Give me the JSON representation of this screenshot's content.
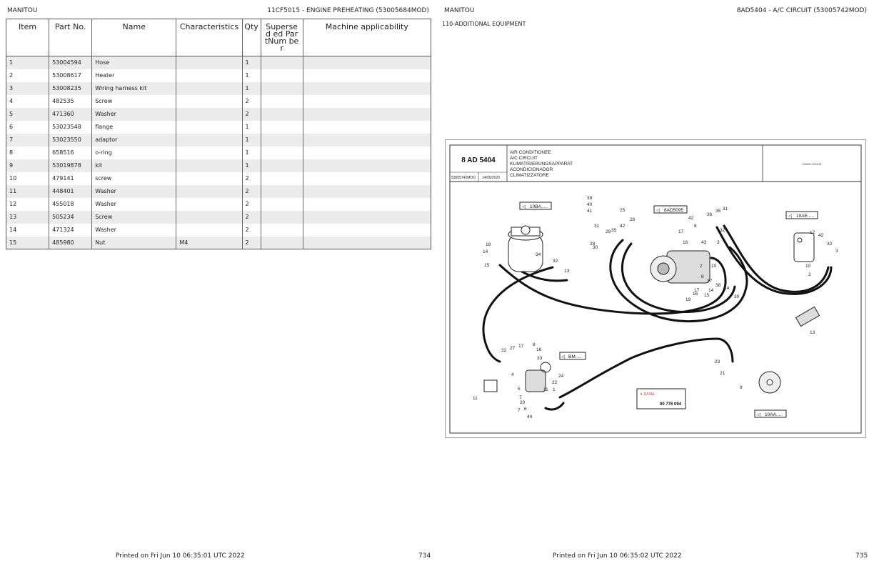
{
  "left_page": {
    "brand": "MANITOU",
    "title": "11CF5015 - ENGINE PREHEATING (53005684MOD)",
    "columns": [
      "Item",
      "Part No.",
      "Name",
      "Characteristics",
      "Qty",
      "Supersed ed PartNum ber",
      "Machine applicability"
    ],
    "rows": [
      {
        "item": "1",
        "part": "53004594",
        "name": "Hose",
        "char": "",
        "qty": "1"
      },
      {
        "item": "2",
        "part": "53008617",
        "name": "Heater",
        "char": "",
        "qty": "1"
      },
      {
        "item": "3",
        "part": "53008235",
        "name": "Wiring harness kit",
        "char": "",
        "qty": "1"
      },
      {
        "item": "4",
        "part": "482535",
        "name": "Screw",
        "char": "",
        "qty": "2"
      },
      {
        "item": "5",
        "part": "471360",
        "name": "Washer",
        "char": "",
        "qty": "2"
      },
      {
        "item": "6",
        "part": "53023548",
        "name": "flange",
        "char": "",
        "qty": "1"
      },
      {
        "item": "7",
        "part": "53023550",
        "name": "adaptor",
        "char": "",
        "qty": "1"
      },
      {
        "item": "8",
        "part": "658516",
        "name": "o-ring",
        "char": "",
        "qty": "1"
      },
      {
        "item": "9",
        "part": "53019878",
        "name": "kit",
        "char": "",
        "qty": "1"
      },
      {
        "item": "10",
        "part": "479141",
        "name": "screw",
        "char": "",
        "qty": "2"
      },
      {
        "item": "11",
        "part": "448401",
        "name": "Washer",
        "char": "",
        "qty": "2"
      },
      {
        "item": "12",
        "part": "455018",
        "name": "Washer",
        "char": "",
        "qty": "2"
      },
      {
        "item": "13",
        "part": "505234",
        "name": "Screw",
        "char": "",
        "qty": "2"
      },
      {
        "item": "14",
        "part": "471324",
        "name": "Washer",
        "char": "",
        "qty": "2"
      },
      {
        "item": "15",
        "part": "485980",
        "name": "Nut",
        "char": "M4",
        "qty": "2"
      }
    ],
    "printed": "Printed on  Fri Jun 10 06:35:01 UTC 2022",
    "page_number": "734"
  },
  "right_page": {
    "brand": "MANITOU",
    "title": "8AD5404 - A/C CIRCUIT (53005742MOD)",
    "section": "110-ADDITIONAL EQUIPMENT",
    "printed": "Printed on  Fri Jun 10 06:35:02 UTC 2022",
    "page_number": "735",
    "diagram": {
      "code": "8 AD 5404",
      "ref": "53005742MOD",
      "date": "14/05/2020",
      "desc_lines": [
        "AIR CONDITIONEE",
        "A/C CIRCUIT",
        "KLIMATISIERUNGSAPPARAT",
        "ACONDICIONADOR",
        "CLIMATIZZATORE"
      ],
      "corner_ref": "53005742MOD",
      "callouts": {
        "c10ba": "10BA.....",
        "c8ad5095": "8AD5095",
        "c10ae": "10AE.....",
        "cbm": "BM.....",
        "c10aa": "10AA.....",
        "label_code": "00 776 094"
      },
      "numbers": [
        "39",
        "40",
        "41",
        "25",
        "26",
        "42",
        "35",
        "31",
        "29",
        "28",
        "30",
        "8",
        "42",
        "36",
        "35",
        "31",
        "17",
        "16",
        "43",
        "3",
        "32",
        "2",
        "10",
        "12",
        "42",
        "32",
        "3",
        "10",
        "2",
        "18",
        "14",
        "15",
        "34",
        "32",
        "13",
        "8",
        "37",
        "38",
        "14",
        "16",
        "17",
        "14",
        "15",
        "30",
        "19",
        "13",
        "32",
        "27",
        "17",
        "8",
        "16",
        "33",
        "24",
        "22",
        "11",
        "1",
        "4",
        "5",
        "7",
        "20",
        "7",
        "6",
        "44",
        "11",
        "23",
        "21",
        "9"
      ]
    }
  }
}
